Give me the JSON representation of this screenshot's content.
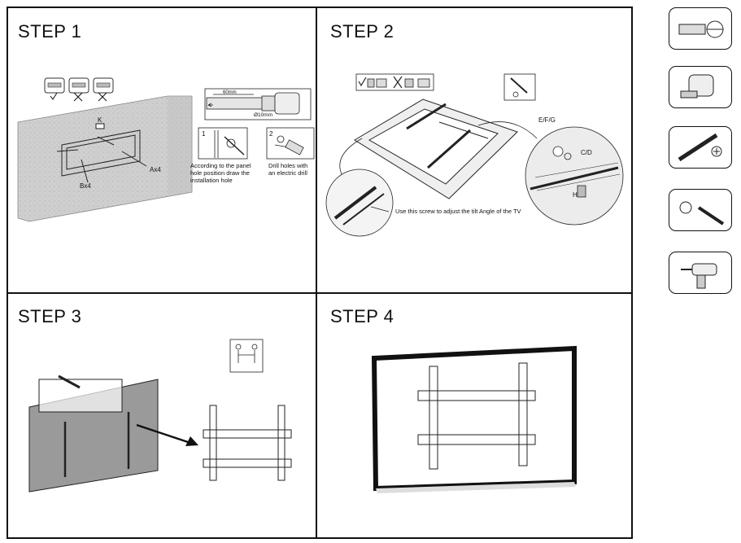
{
  "steps": [
    {
      "title": "STEP 1"
    },
    {
      "title": "STEP 2"
    },
    {
      "title": "STEP 3"
    },
    {
      "title": "STEP 4"
    }
  ],
  "step1": {
    "wall_labels": {
      "k": "K",
      "a": "Ax4",
      "b": "Bx4"
    },
    "drill_depth": "60mm",
    "drill_diameter": "Ø10mm",
    "panel1_num": "1",
    "panel2_num": "2",
    "caption1": "According to the panel hole position draw the installation hole",
    "caption2": "Drill holes with an electric drill"
  },
  "step2": {
    "label_efg": "E/F/G",
    "label_cd": "C/D",
    "label_h": "H",
    "tilt_caption": "Use this screw to adjust the tilt Angle of the TV"
  },
  "tools": [
    {
      "icon": "level-icon"
    },
    {
      "icon": "tape-measure-icon"
    },
    {
      "icon": "phillips-screwdriver-icon"
    },
    {
      "icon": "pencil-icon"
    },
    {
      "icon": "electric-drill-icon"
    }
  ]
}
